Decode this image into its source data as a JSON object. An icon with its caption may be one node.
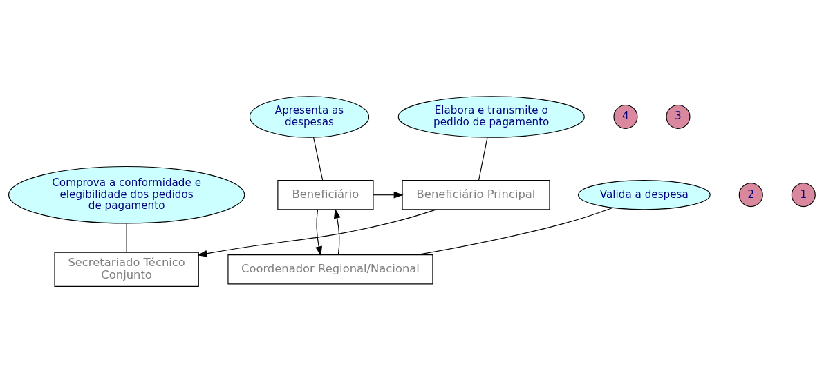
{
  "diagram": {
    "nodes": [
      {
        "text": [
          "Elabora e transmite o pedido de pagamento"
        ]
      },
      {
        "text": [
          "Beneficiário Principal"
        ]
      },
      {
        "text": [
          "Beneficiário"
        ]
      },
      {
        "text": [
          "Apresenta as despesas"
        ]
      },
      {
        "text": [
          "Comprova a conformidade e elegibilidade dos pedidos de pagamento"
        ]
      },
      {
        "text": [
          "Secretariado Técnico Conjunto"
        ]
      },
      {
        "text": [
          "Coordenador Regional/Nacional"
        ]
      },
      {
        "text": [
          "Valida a despesa"
        ]
      },
      {
        "text": [
          "4"
        ]
      },
      {
        "text": [
          "3"
        ]
      },
      {
        "text": [
          "2"
        ]
      },
      {
        "text": [
          "1"
        ]
      }
    ],
    "edges": [
      {
        "from": 2,
        "to": 1,
        "arrow": "to"
      },
      {
        "from": 1,
        "to": 5,
        "arrow": "to"
      },
      {
        "from": 6,
        "to": 2,
        "arrow": "to"
      },
      {
        "from": 2,
        "to": 6,
        "arrow": "to"
      },
      {
        "from": 0,
        "to": 1,
        "arrow": "none"
      },
      {
        "from": 3,
        "to": 2,
        "arrow": "none"
      },
      {
        "from": 4,
        "to": 5,
        "arrow": "none"
      },
      {
        "from": 7,
        "to": 6,
        "arrow": "none"
      }
    ]
  }
}
